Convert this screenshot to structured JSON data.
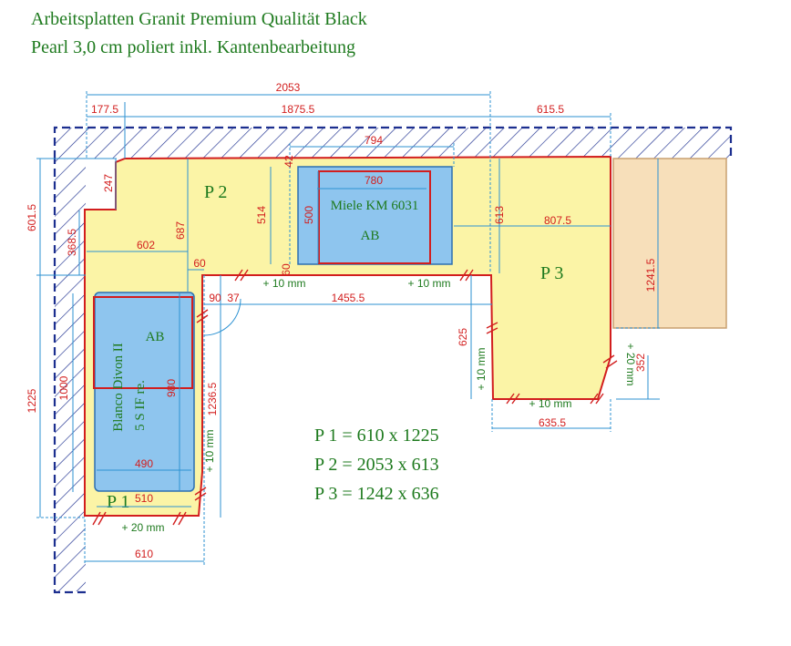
{
  "title": {
    "line1": "Arbeitsplatten Granit Premium Qualität Black",
    "line2": "Pearl 3,0 cm poliert inkl. Kantenbearbeitung"
  },
  "panels": {
    "p1": "P 1",
    "p2": "P 2",
    "p3": "P 3"
  },
  "cutouts": {
    "hob": "Miele KM 6031",
    "hob_ab": "AB",
    "sink_line1": "Blanco Divon II",
    "sink_line2": "5 S IF re.",
    "sink_ab": "AB"
  },
  "dimensions": {
    "d2053": "2053",
    "d177_5": "177.5",
    "d1875_5": "1875.5",
    "d615_5": "615.5",
    "d794": "794",
    "d780": "780",
    "d42": "42",
    "d514": "514",
    "d500": "500",
    "d613": "613",
    "d807_5": "807.5",
    "d60_hob": "60",
    "d601_5": "601.5",
    "d368_5": "368.5",
    "d247": "247",
    "d687": "687",
    "d602": "602",
    "d60": "60",
    "d90": "90",
    "d37": "37",
    "d1455_5": "1455.5",
    "d1241_5": "1241.5",
    "d625": "625",
    "d352": "352",
    "d635_5": "635.5",
    "d1225": "1225",
    "d1000": "1000",
    "d980": "980",
    "d1236_5": "1236.5",
    "d490": "490",
    "d510": "510",
    "d610": "610"
  },
  "edge_notes": {
    "top_left": "+ 10 mm",
    "top_right": "+ 10 mm",
    "p3_left": "+ 10 mm",
    "p3_bottom": "+ 10 mm",
    "p3_right": "+ 20 mm",
    "p1_right": "+ 10 mm",
    "p1_bottom": "+ 20 mm"
  },
  "summary": {
    "p1": "P 1 = 610 x 1225",
    "p2": "P 2 = 2053 x 613",
    "p3": "P 3 = 1242 x 636"
  },
  "colors": {
    "countertop": "#fbf4a6",
    "cutout": "#8ec5ee",
    "side_unit": "#f7dfba",
    "outline": "#d21e1e",
    "wall": "#1c2f8f",
    "dim_line": "#2d92d2",
    "text_green": "#1e7a1e"
  }
}
